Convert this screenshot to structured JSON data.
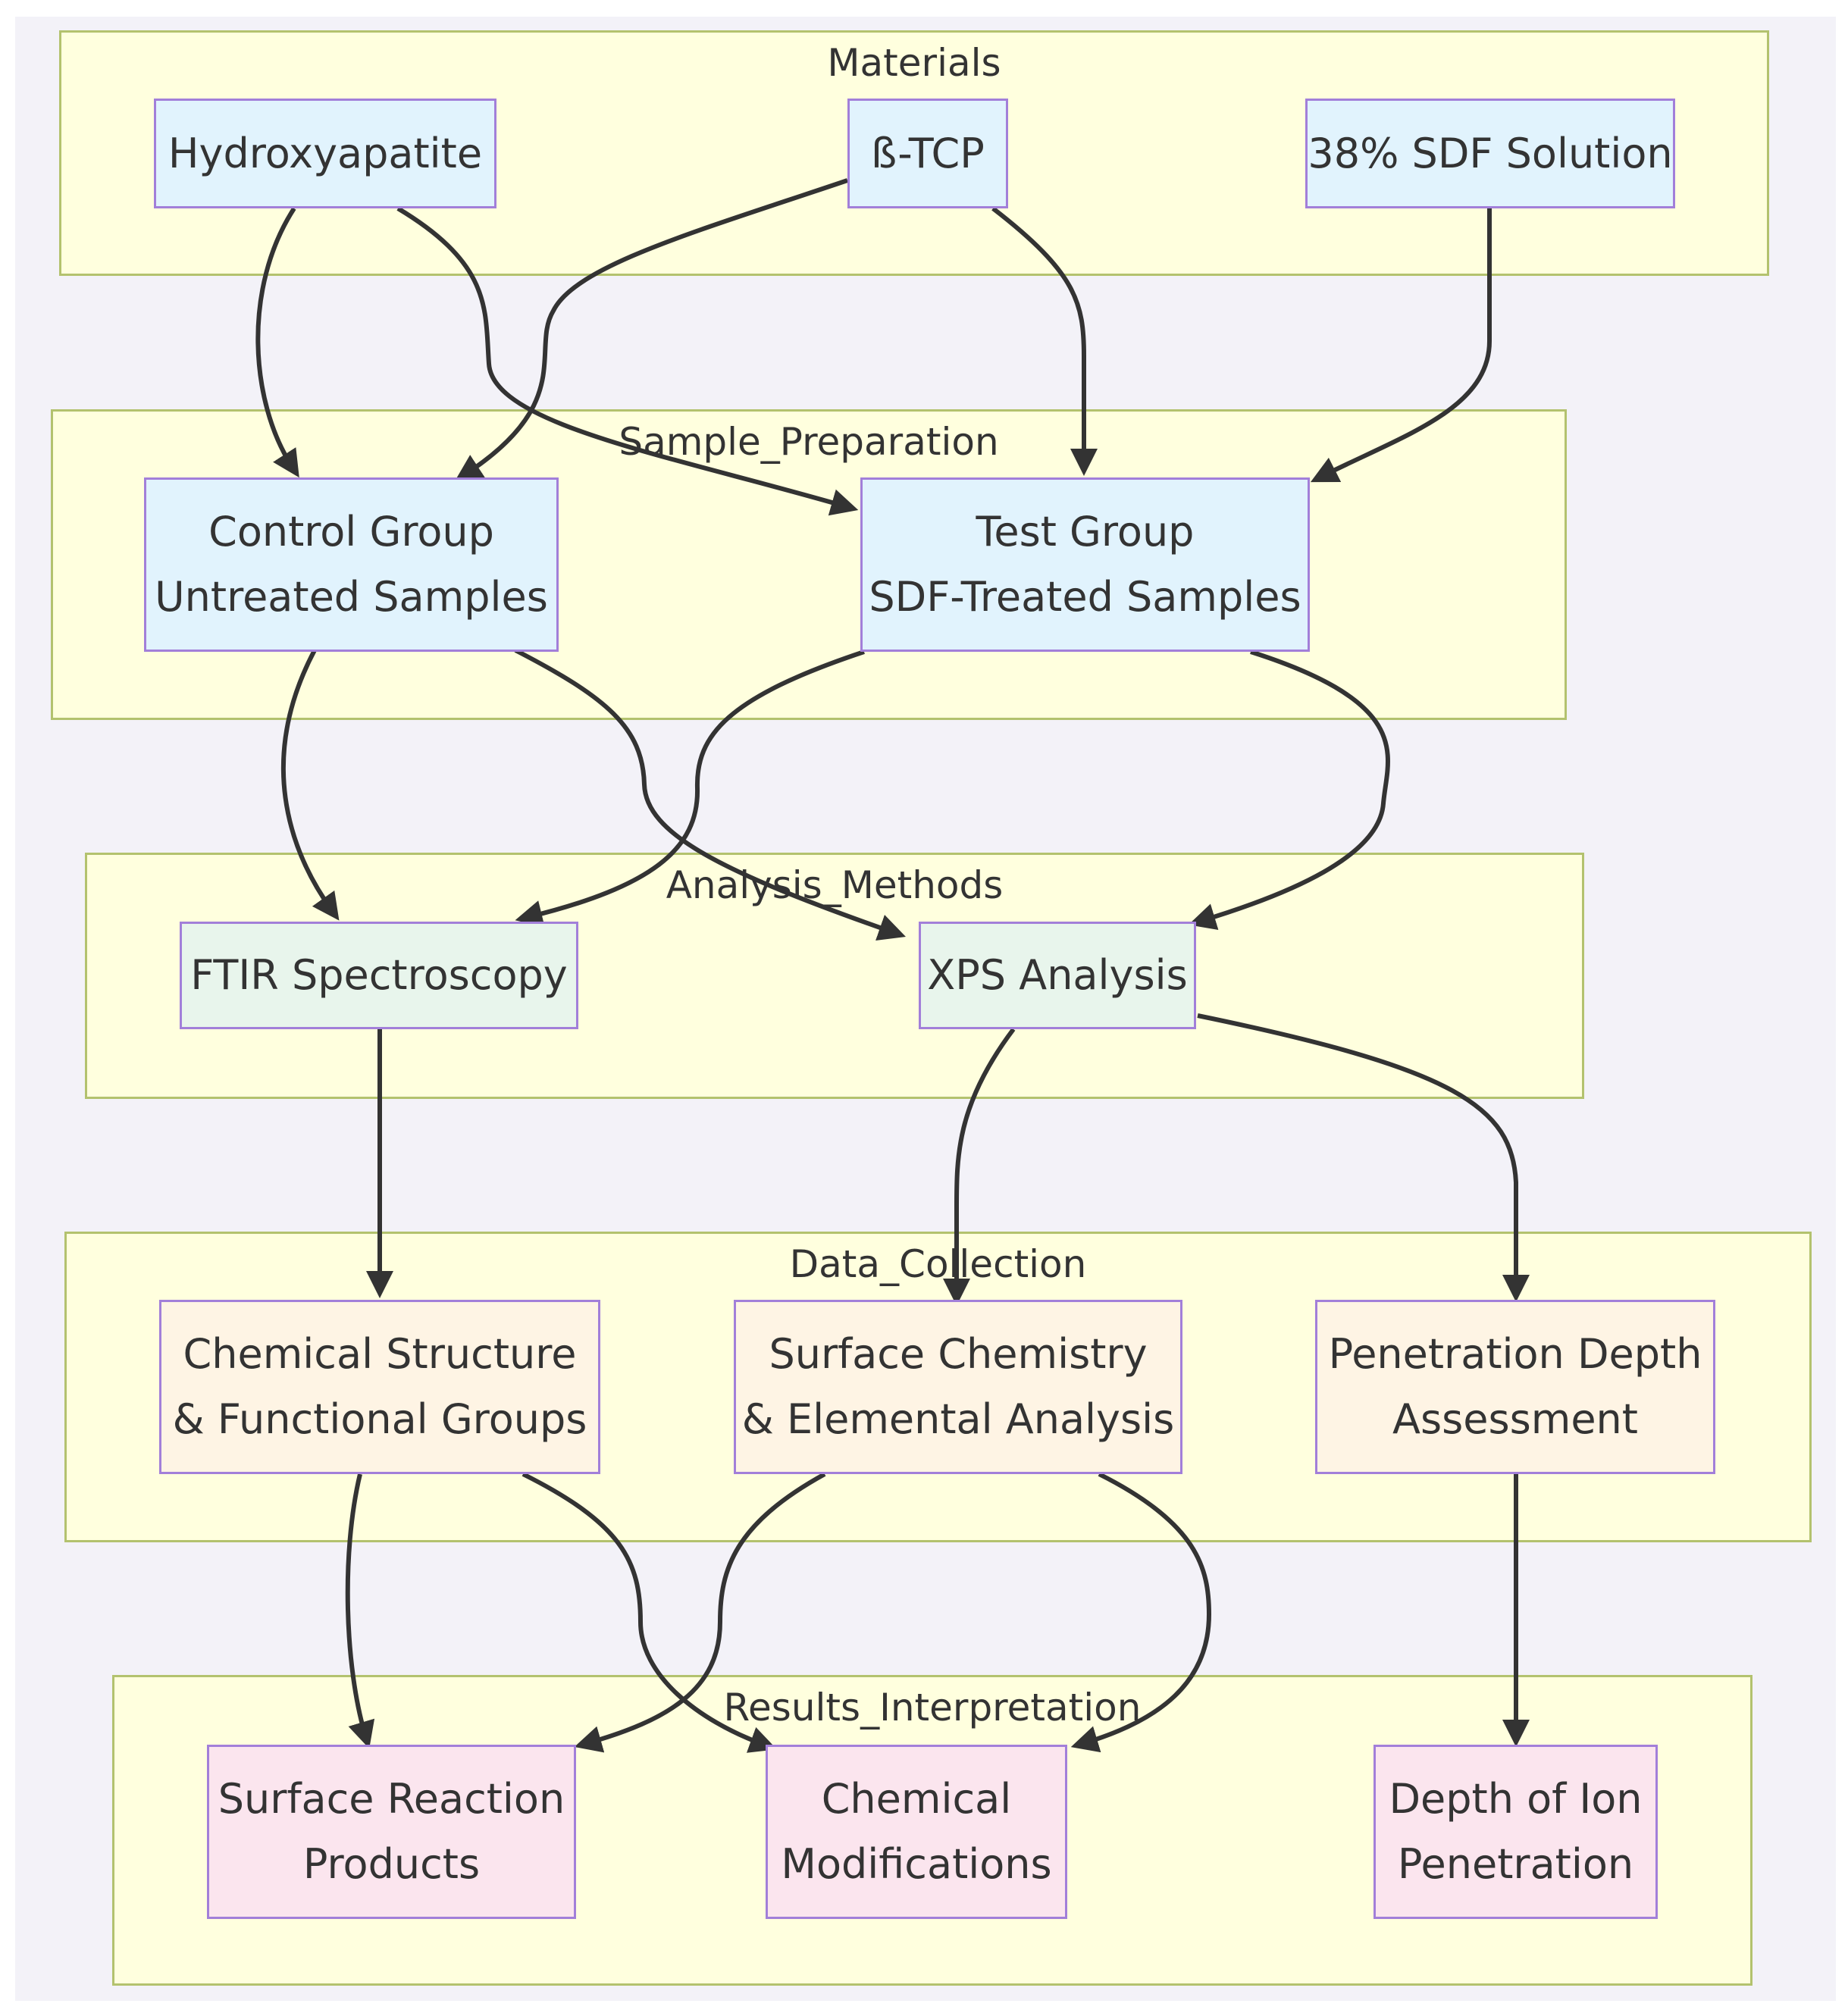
{
  "clusters": {
    "materials": "Materials",
    "sample_preparation": "Sample_Preparation",
    "analysis_methods": "Analysis_Methods",
    "data_collection": "Data_Collection",
    "results_interpretation": "Results_Interpretation"
  },
  "nodes": {
    "hydroxyapatite": {
      "l1": "Hydroxyapatite"
    },
    "btcp": {
      "l1": "ß-TCP"
    },
    "sdf": {
      "l1": "38% SDF Solution"
    },
    "control": {
      "l1": "Control Group",
      "l2": "Untreated Samples"
    },
    "test": {
      "l1": "Test Group",
      "l2": "SDF-Treated Samples"
    },
    "ftir": {
      "l1": "FTIR Spectroscopy"
    },
    "xps": {
      "l1": "XPS Analysis"
    },
    "chem_structure": {
      "l1": "Chemical Structure",
      "l2": "& Functional Groups"
    },
    "surface_chem": {
      "l1": "Surface Chemistry",
      "l2": "& Elemental Analysis"
    },
    "penetration": {
      "l1": "Penetration Depth",
      "l2": "Assessment"
    },
    "surface_reaction": {
      "l1": "Surface Reaction",
      "l2": "Products"
    },
    "chem_mod": {
      "l1": "Chemical",
      "l2": "Modifications"
    },
    "depth_ion": {
      "l1": "Depth of Ion",
      "l2": "Penetration"
    }
  },
  "edges": [
    {
      "from": "Hydroxyapatite",
      "to": "Control Group"
    },
    {
      "from": "Hydroxyapatite",
      "to": "Test Group"
    },
    {
      "from": "ß-TCP",
      "to": "Control Group"
    },
    {
      "from": "ß-TCP",
      "to": "Test Group"
    },
    {
      "from": "38% SDF Solution",
      "to": "Test Group"
    },
    {
      "from": "Control Group",
      "to": "FTIR Spectroscopy"
    },
    {
      "from": "Control Group",
      "to": "XPS Analysis"
    },
    {
      "from": "Test Group",
      "to": "FTIR Spectroscopy"
    },
    {
      "from": "Test Group",
      "to": "XPS Analysis"
    },
    {
      "from": "FTIR Spectroscopy",
      "to": "Chemical Structure"
    },
    {
      "from": "XPS Analysis",
      "to": "Surface Chemistry"
    },
    {
      "from": "XPS Analysis",
      "to": "Penetration Depth"
    },
    {
      "from": "Chemical Structure",
      "to": "Surface Reaction"
    },
    {
      "from": "Chemical Structure",
      "to": "Chemical Modifications"
    },
    {
      "from": "Surface Chemistry",
      "to": "Surface Reaction"
    },
    {
      "from": "Surface Chemistry",
      "to": "Chemical Modifications"
    },
    {
      "from": "Penetration Depth",
      "to": "Depth of Ion"
    }
  ]
}
